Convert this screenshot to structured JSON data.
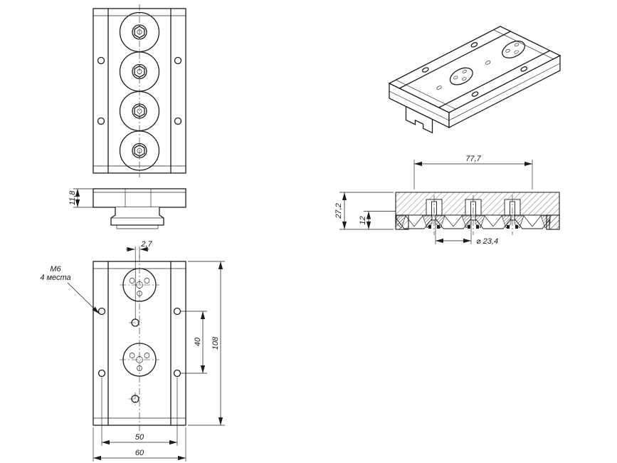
{
  "drawing": {
    "background": "#ffffff",
    "line_color": "#1c1c1c"
  },
  "dims": {
    "plate_thickness": "11,8",
    "hole_offset": "2,7",
    "thread_callout_line1": "M6",
    "thread_callout_line2": "4 места",
    "side_hole_spacing": "40",
    "total_length": "108",
    "hole_pitch": "50",
    "total_width": "60",
    "roller_span": "77,7",
    "section_height": "27,2",
    "rail_height": "12",
    "roller_diameter": "⌀ 23,4"
  }
}
